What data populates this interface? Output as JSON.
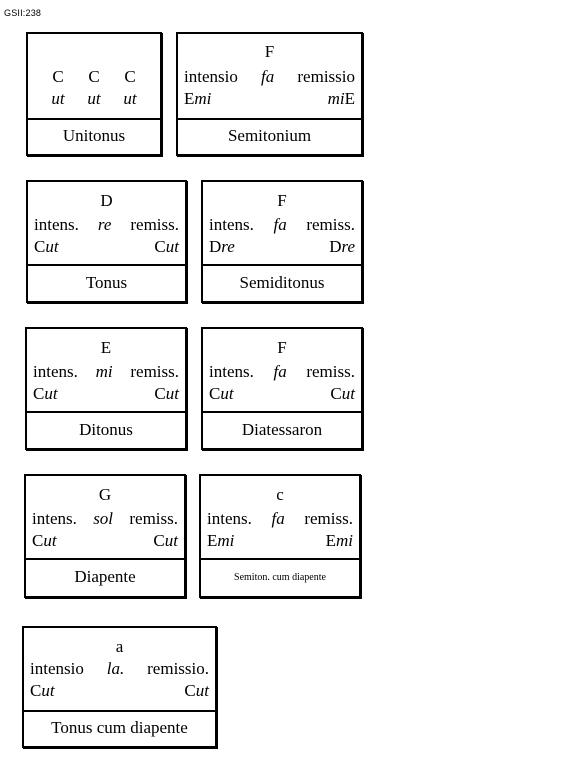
{
  "page_ref": "GSII:238",
  "boxes": [
    {
      "top_row": [
        "C",
        "C",
        "C"
      ],
      "mid_row": [
        "ut",
        "ut",
        "ut"
      ],
      "name": "Unitonus"
    },
    {
      "top": "F",
      "left": "intensio",
      "mid": "fa",
      "right": "remissio",
      "bl_note": "E",
      "bl_syl": "mi",
      "br_syl": "mi",
      "br_note": "E",
      "name": "Semitonium"
    },
    {
      "top": "D",
      "left": "intens.",
      "mid": "re",
      "right": "remiss.",
      "bl_note": "C",
      "bl_syl": "ut",
      "br_note": "C",
      "br_syl": "ut",
      "name": "Tonus"
    },
    {
      "top": "F",
      "left": "intens.",
      "mid": "fa",
      "right": "remiss.",
      "bl_note": "D",
      "bl_syl": "re",
      "br_note": "D",
      "br_syl": "re",
      "name": "Semiditonus"
    },
    {
      "top": "E",
      "left": "intens.",
      "mid": "mi",
      "right": "remiss.",
      "bl_note": "C",
      "bl_syl": "ut",
      "br_note": "C",
      "br_syl": "ut",
      "name": "Ditonus"
    },
    {
      "top": "F",
      "left": "intens.",
      "mid": "fa",
      "right": "remiss.",
      "bl_note": "C",
      "bl_syl": "ut",
      "br_note": "C",
      "br_syl": "ut",
      "name": "Diatessaron"
    },
    {
      "top": "G",
      "left": "intens.",
      "mid": "sol",
      "right": "remiss.",
      "bl_note": "C",
      "bl_syl": "ut",
      "br_note": "C",
      "br_syl": "ut",
      "name": "Diapente"
    },
    {
      "top": "c",
      "left": "intens.",
      "mid": "fa",
      "right": "remiss.",
      "bl_note": "E",
      "bl_syl": "mi",
      "br_note": "E",
      "br_syl": "mi",
      "name": "Semiton. cum diapente"
    },
    {
      "top": "a",
      "left": "intensio",
      "mid": "la.",
      "right": "remissio.",
      "bl_note": "C",
      "bl_syl": "ut",
      "br_note": "C",
      "br_syl": "ut",
      "name": "Tonus cum diapente"
    }
  ]
}
